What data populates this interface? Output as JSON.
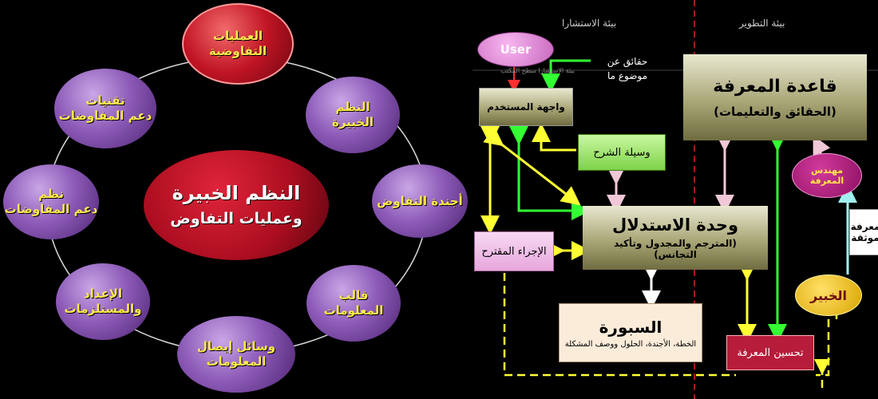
{
  "left": {
    "center": {
      "line1": "النظم الخبيرة",
      "line2": "وعمليات التفاوض"
    },
    "satellites": [
      "العمليات\nالتفاوضية",
      "النظم\nالخبيرة",
      "أجندة التفاوض",
      "قالب\nالمعلومات",
      "وسائل إيصال\nالمعلومات",
      "الإعداد\nوالمستلزمات",
      "نظم\nدعم المفاوضات",
      "تقنيات\nدعم المفاوضات"
    ]
  },
  "right": {
    "header_consult": "بيئة الاستشارا",
    "header_dev": "بيئة التطوير",
    "user": "User",
    "consult_label": "بيئة الاستشارا سطح المكتب",
    "facts_label": "حقائق عن موضوع ما",
    "user_interface": "واجهة المستخدم",
    "explanation": "وسيلة الشرح",
    "kb_title": "قاعدة المعرفة",
    "kb_sub": "(الحقائق والتعليمات)",
    "knowledge_engineer": "مهندس المعرفة",
    "documented_knowledge": "معرفة موثقة",
    "inference_title": "وحدة الاستدلال",
    "inference_sub": "(المترجم والمجدول وتأكيد التجانس)",
    "proposed_action": "الإجراء المقترح",
    "blackboard_title": "السبورة",
    "blackboard_sub": "الخطة، الأجندة، الحلول ووصف المشكلة",
    "expert": "الخبير",
    "knowledge_improve": "تحسين المعرفة"
  }
}
